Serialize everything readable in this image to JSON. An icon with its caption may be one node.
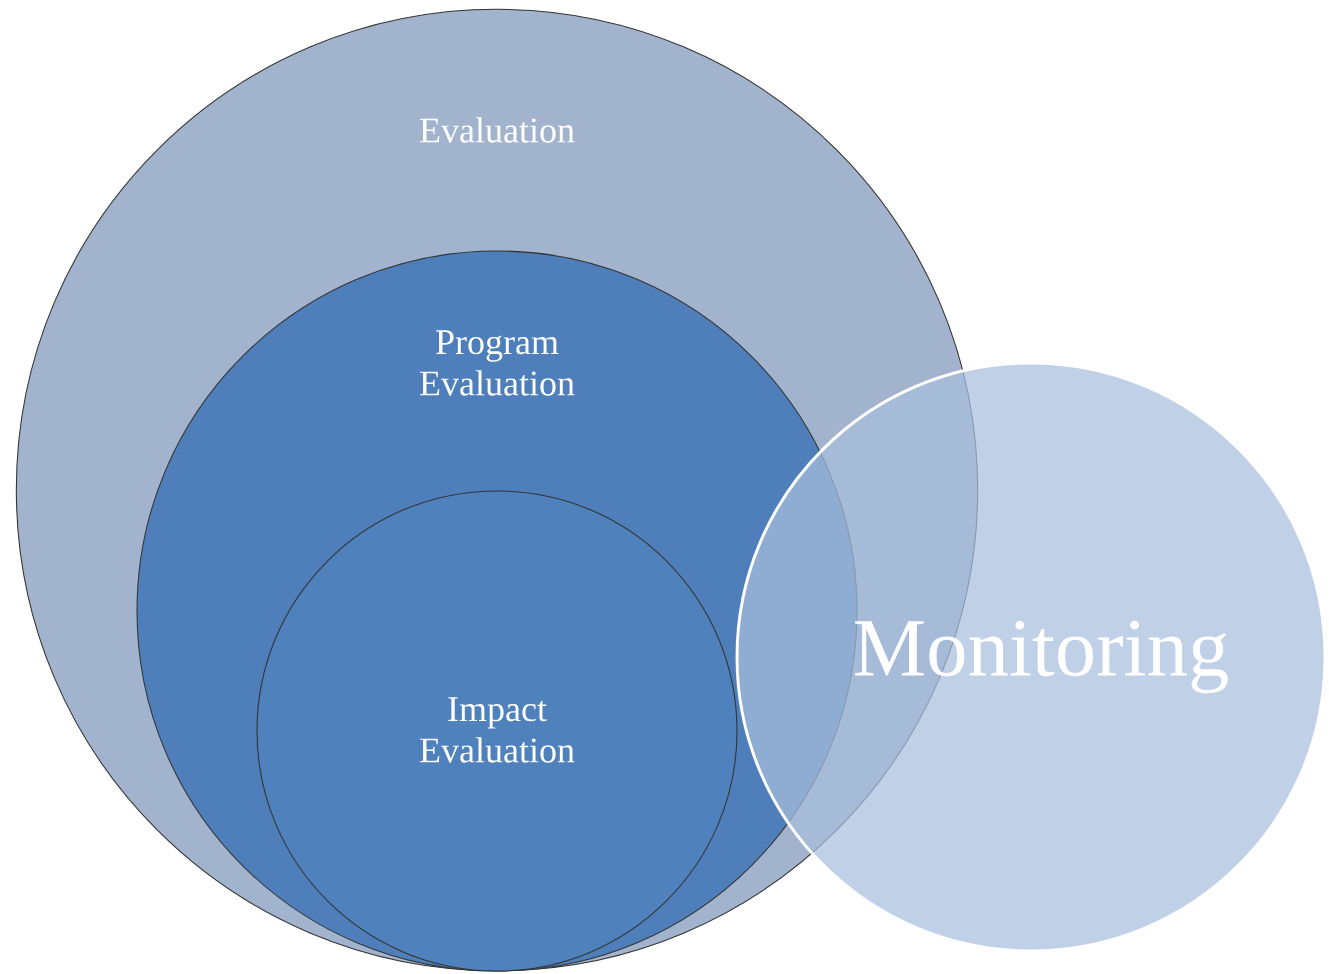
{
  "diagram": {
    "nodes": [
      {
        "text": [
          "Evaluation"
        ]
      },
      {
        "text": [
          "Program Evaluation"
        ],
        "in": 0
      },
      {
        "text": [
          "Impact Evaluation"
        ],
        "in": 1
      },
      {
        "text": [
          "Monitoring"
        ]
      }
    ]
  }
}
